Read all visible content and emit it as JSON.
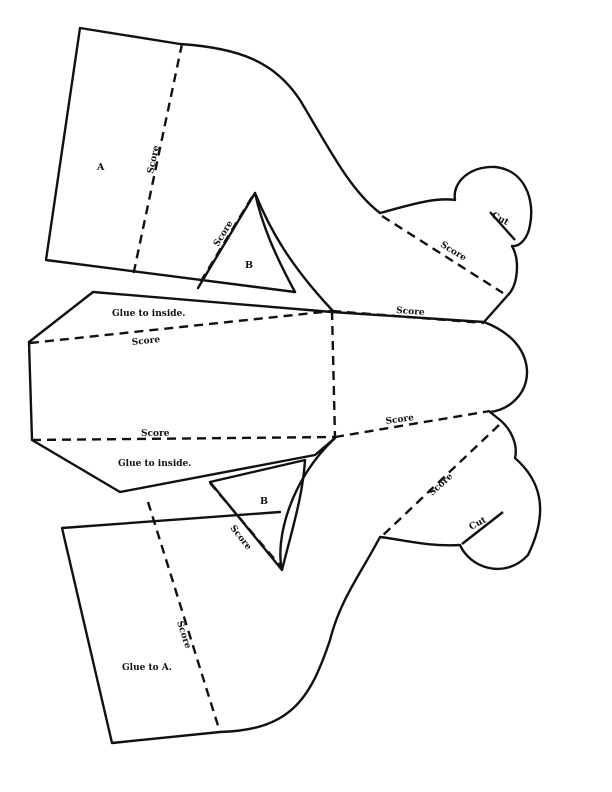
{
  "labels": {
    "panel_a": "A",
    "flap_b": "B",
    "score": "Score",
    "cut": "Cut",
    "glue_to_inside": "Glue to inside.",
    "glue_to_a": "Glue to A."
  }
}
